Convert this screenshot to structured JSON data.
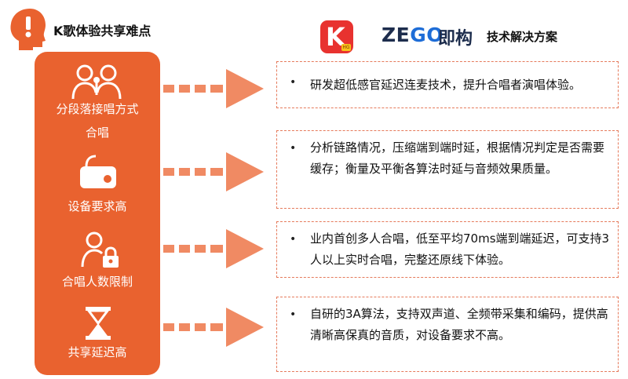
{
  "header": {
    "left_title": "K歌体验共享难点",
    "right_title": "技术解决方案",
    "app_logo": {
      "letter": "K",
      "badge": "HG"
    },
    "brand": {
      "zego_prefix": "ZE",
      "zego_g": "G",
      "zego_suffix": "O",
      "cn": "即构"
    }
  },
  "difficulties": [
    {
      "icon": "duet-singers-icon",
      "label_line1": "分段落接唱方式",
      "label_line2": "合唱"
    },
    {
      "icon": "device-icon",
      "label_line1": "设备要求高"
    },
    {
      "icon": "user-lock-icon",
      "label_line1": "合唱人数限制"
    },
    {
      "icon": "hourglass-icon",
      "label_line1": "共享延迟高"
    }
  ],
  "solutions": [
    {
      "bullet": "•",
      "text": "研发超低感官延迟连麦技术，提升合唱者演唱体验。"
    },
    {
      "bullet": "•",
      "text": "分析链路情况，压缩端到端时延，根据情况判定是否需要缓存；衡量及平衡各算法时延与音频效果质量。"
    },
    {
      "bullet": "•",
      "text": "业内首创多人合唱，低至平均70ms端到端延迟，可支持3人以上实时合唱，完整还原线下体验。"
    },
    {
      "bullet": "•",
      "text": "自研的3A算法，支持双声道、全频带采集和编码，提供高清晰高保真的音质，对设备要求不高。"
    }
  ],
  "colors": {
    "accent": "#e9622f",
    "arrow": "#f08a63",
    "box_border": "#e57a5b",
    "zego_blue": "#1e6dd7"
  }
}
